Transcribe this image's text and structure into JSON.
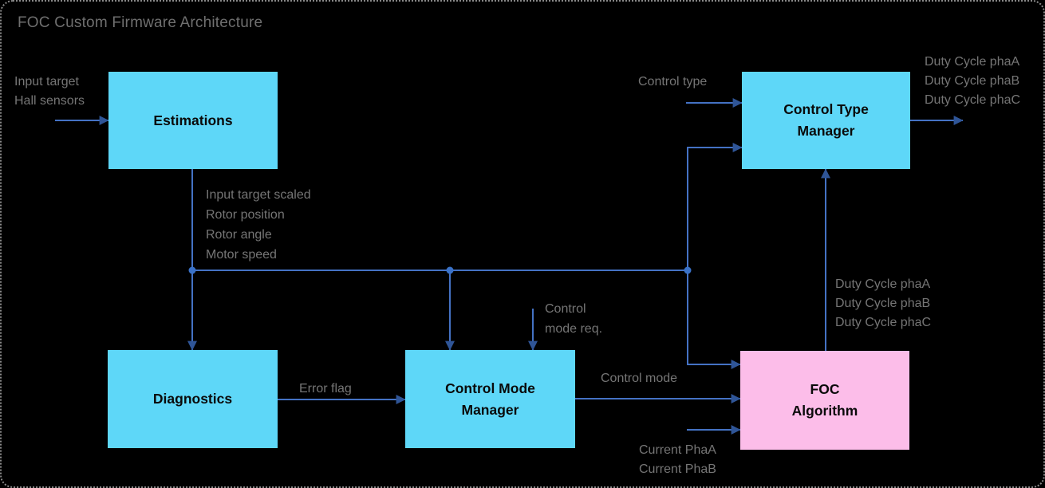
{
  "title": "FOC Custom Firmware Architecture",
  "colors": {
    "background": "#000000",
    "border_gray": "#8A8A8A",
    "title_gray": "#6F6F6F",
    "label_gray": "#757575",
    "box_cyan": "#5ED7F8",
    "box_pink": "#FCBDE9",
    "box_text": "#0A0A0A",
    "line_blue": "#4472C4",
    "arrow_blue": "#2F5597",
    "dot_blue": "#3A72C8"
  },
  "blocks": {
    "estimations": {
      "label": "Estimations"
    },
    "control_type_manager": {
      "label": "Control Type\nManager"
    },
    "diagnostics": {
      "label": "Diagnostics"
    },
    "control_mode_manager": {
      "label": "Control Mode\nManager"
    },
    "foc_algorithm": {
      "label": "FOC\nAlgorithm"
    }
  },
  "labels": {
    "estimations_inputs": "Input target\nHall sensors",
    "control_type_input": "Control type",
    "ctm_outputs": "Duty Cycle phaA\nDuty Cycle phaB\nDuty Cycle phaC",
    "estimations_outputs": "Input target scaled\nRotor position\nRotor angle\nMotor speed",
    "control_mode_request": "Control\nmode req.",
    "error_flag": "Error flag",
    "control_mode": "Control mode",
    "foc_outputs": "Duty Cycle phaA\nDuty Cycle phaB\nDuty Cycle phaC",
    "foc_current_inputs": "Current PhaA\nCurrent PhaB"
  }
}
